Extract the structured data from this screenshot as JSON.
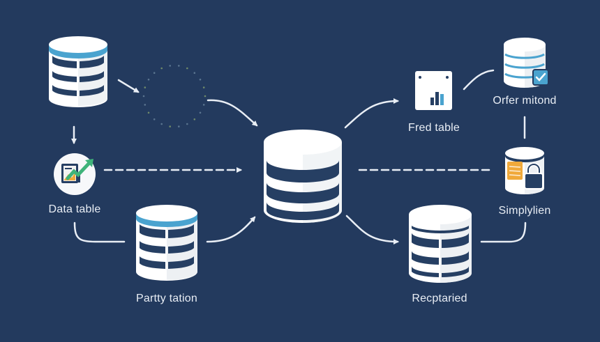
{
  "diagram": {
    "background": "#233a5e",
    "accent_blue": "#4aa3cf",
    "accent_green": "#3fb37a",
    "accent_orange": "#f0a93a",
    "node_fill": "#ffffff",
    "node_stripe": "#263f63",
    "nodes": [
      {
        "id": "top-left-db",
        "type": "database-table",
        "label": ""
      },
      {
        "id": "loading-circle",
        "type": "dotted-circle",
        "label": ""
      },
      {
        "id": "data-table",
        "type": "chart-badge",
        "label": "Data table"
      },
      {
        "id": "party-tation",
        "type": "database-table",
        "label": "Partty tation"
      },
      {
        "id": "central-db",
        "type": "database",
        "label": ""
      },
      {
        "id": "fred-table",
        "type": "chart-card",
        "label": "Fred table"
      },
      {
        "id": "orfer-mitond",
        "type": "database-check",
        "label": "Orfer mitond"
      },
      {
        "id": "simplylien",
        "type": "database-lock",
        "label": "Simplylien"
      },
      {
        "id": "recptaried",
        "type": "database-table",
        "label": "Recptaried"
      }
    ],
    "edges": [
      {
        "from": "top-left-db",
        "to": "loading-circle",
        "style": "solid-arrow"
      },
      {
        "from": "loading-circle",
        "to": "central-db",
        "style": "solid-arrow"
      },
      {
        "from": "top-left-db",
        "to": "data-table",
        "style": "solid-arrow"
      },
      {
        "from": "data-table",
        "to": "central-db",
        "style": "dashed-arrow"
      },
      {
        "from": "data-table",
        "to": "party-tation",
        "style": "solid-line"
      },
      {
        "from": "party-tation",
        "to": "central-db",
        "style": "solid-arrow"
      },
      {
        "from": "central-db",
        "to": "fred-table",
        "style": "solid-arrow"
      },
      {
        "from": "fred-table",
        "to": "orfer-mitond",
        "style": "solid-line"
      },
      {
        "from": "orfer-mitond",
        "to": "simplylien",
        "style": "solid-line"
      },
      {
        "from": "central-db",
        "to": "simplylien",
        "style": "dashed-line"
      },
      {
        "from": "central-db",
        "to": "recptaried",
        "style": "solid-arrow"
      },
      {
        "from": "recptaried",
        "to": "simplylien",
        "style": "solid-line"
      }
    ]
  }
}
